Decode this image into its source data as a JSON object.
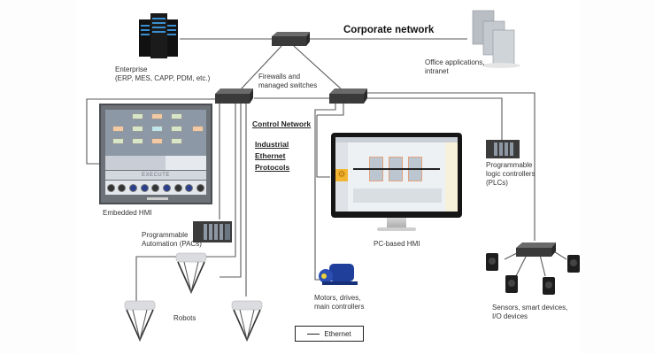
{
  "title": "Corporate network",
  "nodes": {
    "enterprise": {
      "label": "Enterprise\n(ERP, MES, CAPP, PDM, etc.)",
      "icon": "server-tower-icon"
    },
    "office": {
      "label": "Office applications,\nintranet",
      "icon": "office-servers-icon"
    },
    "firewalls": {
      "label": "Firewalls and\nmanaged switches",
      "icon": "network-switch-icon"
    },
    "embedded_hmi": {
      "label": "Embedded HMI",
      "screen_button": "EXECUTE",
      "icon": "touch-panel-icon"
    },
    "pacs": {
      "label": "Programmable\nAutomation (PACs)",
      "icon": "pac-rack-icon"
    },
    "robots": {
      "label": "Robots",
      "icon": "delta-robot-icon"
    },
    "motors": {
      "label": "Motors, drives,\nmain controllers",
      "icon": "motor-icon"
    },
    "pc_hmi": {
      "label": "PC-based HMI",
      "icon": "monitor-icon"
    },
    "plcs": {
      "label": "Programmable\nlogic controllers\n(PLCs)",
      "icon": "plc-rack-icon"
    },
    "sensors": {
      "label": "Sensors, smart devices,\nI/O devices",
      "icon": "camera-sensor-icon"
    }
  },
  "network_labels": {
    "control": "Control Network",
    "industrial": "Industrial\nEthernet\nProtocols"
  },
  "legend": {
    "ethernet": "Ethernet"
  },
  "colors": {
    "line": "#555555",
    "switch": "#3a3a3a",
    "motor": "#1f3f9a",
    "hmi_accent": "#f2b632"
  }
}
